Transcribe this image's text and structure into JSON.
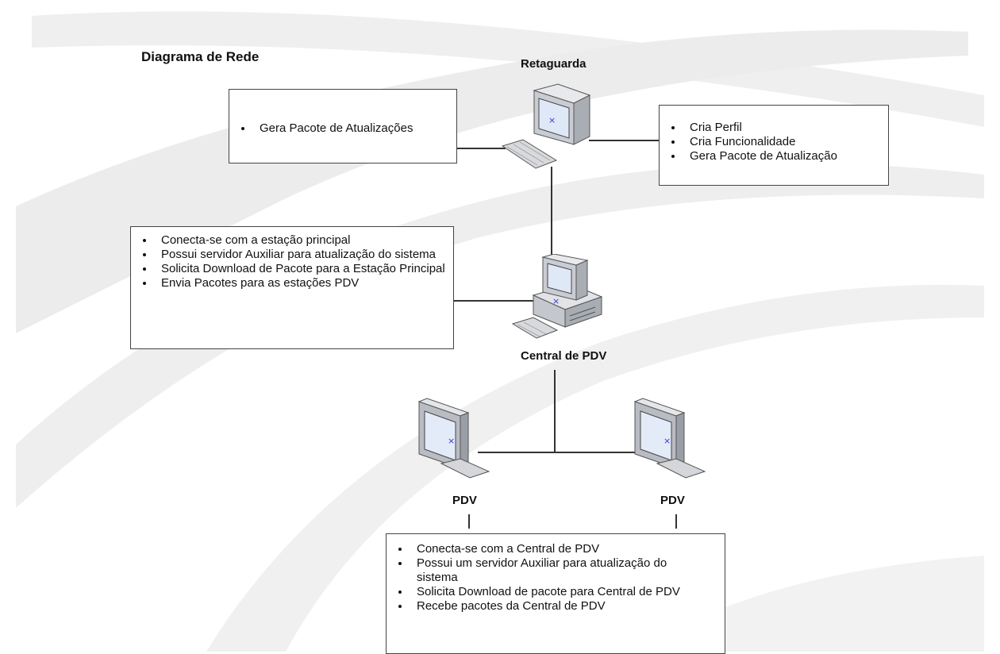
{
  "diagram": {
    "title": "Diagrama de Rede",
    "nodes": {
      "retaguarda": {
        "label": "Retaguarda"
      },
      "central": {
        "label": "Central de PDV"
      },
      "pdv_left": {
        "label": "PDV"
      },
      "pdv_right": {
        "label": "PDV"
      }
    },
    "boxes": {
      "retaguarda_left": {
        "items": [
          "Gera Pacote de Atualizações"
        ]
      },
      "retaguarda_right": {
        "items": [
          "Cria Perfil",
          "Cria Funcionalidade",
          "Gera Pacote de Atualização"
        ]
      },
      "central": {
        "items": [
          "Conecta-se com a estação principal",
          "Possui servidor Auxiliar para atualização do sistema",
          "Solicita Download de Pacote para a Estação Principal",
          "Envia Pacotes para as estações PDV"
        ]
      },
      "pdv": {
        "items": [
          "Conecta-se com a Central de PDV",
          "Possui um servidor Auxiliar para atualização do sistema",
          "Solicita Download de pacote para Central de PDV",
          "Recebe pacotes da Central de PDV"
        ]
      }
    }
  }
}
